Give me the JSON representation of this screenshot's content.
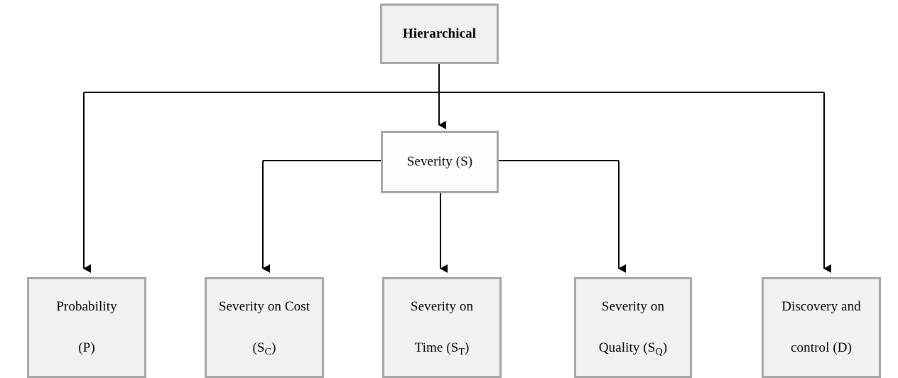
{
  "diagram": {
    "type": "hierarchical-tree",
    "title": "Hierarchical",
    "root": {
      "id": "hierarchical",
      "label": "Hierarchical",
      "bold": true,
      "fill": "#f1f1f1",
      "border": "#a6a6a6"
    },
    "mid": {
      "id": "severity",
      "label": "Severity (S)",
      "fill": "#fdfdfd",
      "border": "#a6a6a6"
    },
    "leaves": [
      {
        "id": "probability",
        "line_one": "Probability",
        "line_two": "(P)",
        "symbol": "P",
        "parent": "hierarchical",
        "fill": "#f1f1f1",
        "border": "#a6a6a6"
      },
      {
        "id": "severity-on-cost",
        "line_one": "Severity on Cost",
        "line_two": "(S",
        "subscript": "C",
        "line_two_tail": ")",
        "symbol": "SC",
        "parent": "severity",
        "fill": "#f1f1f1",
        "border": "#a6a6a6"
      },
      {
        "id": "severity-on-time",
        "line_one": "Severity on",
        "line_two": "Time (S",
        "subscript": "T",
        "line_two_tail": ")",
        "symbol": "ST",
        "parent": "severity",
        "fill": "#f1f1f1",
        "border": "#a6a6a6"
      },
      {
        "id": "severity-on-quality",
        "line_one": "Severity on",
        "line_two": "Quality (S",
        "subscript": "Q",
        "line_two_tail": ")",
        "symbol": "SQ",
        "parent": "severity",
        "fill": "#f1f1f1",
        "border": "#a6a6a6"
      },
      {
        "id": "discovery-and-control",
        "line_one": "Discovery and",
        "line_two": "control (D)",
        "symbol": "D",
        "parent": "hierarchical",
        "fill": "#f1f1f1",
        "border": "#a6a6a6"
      }
    ],
    "connector_color": "#000000",
    "connector_width": 2
  }
}
